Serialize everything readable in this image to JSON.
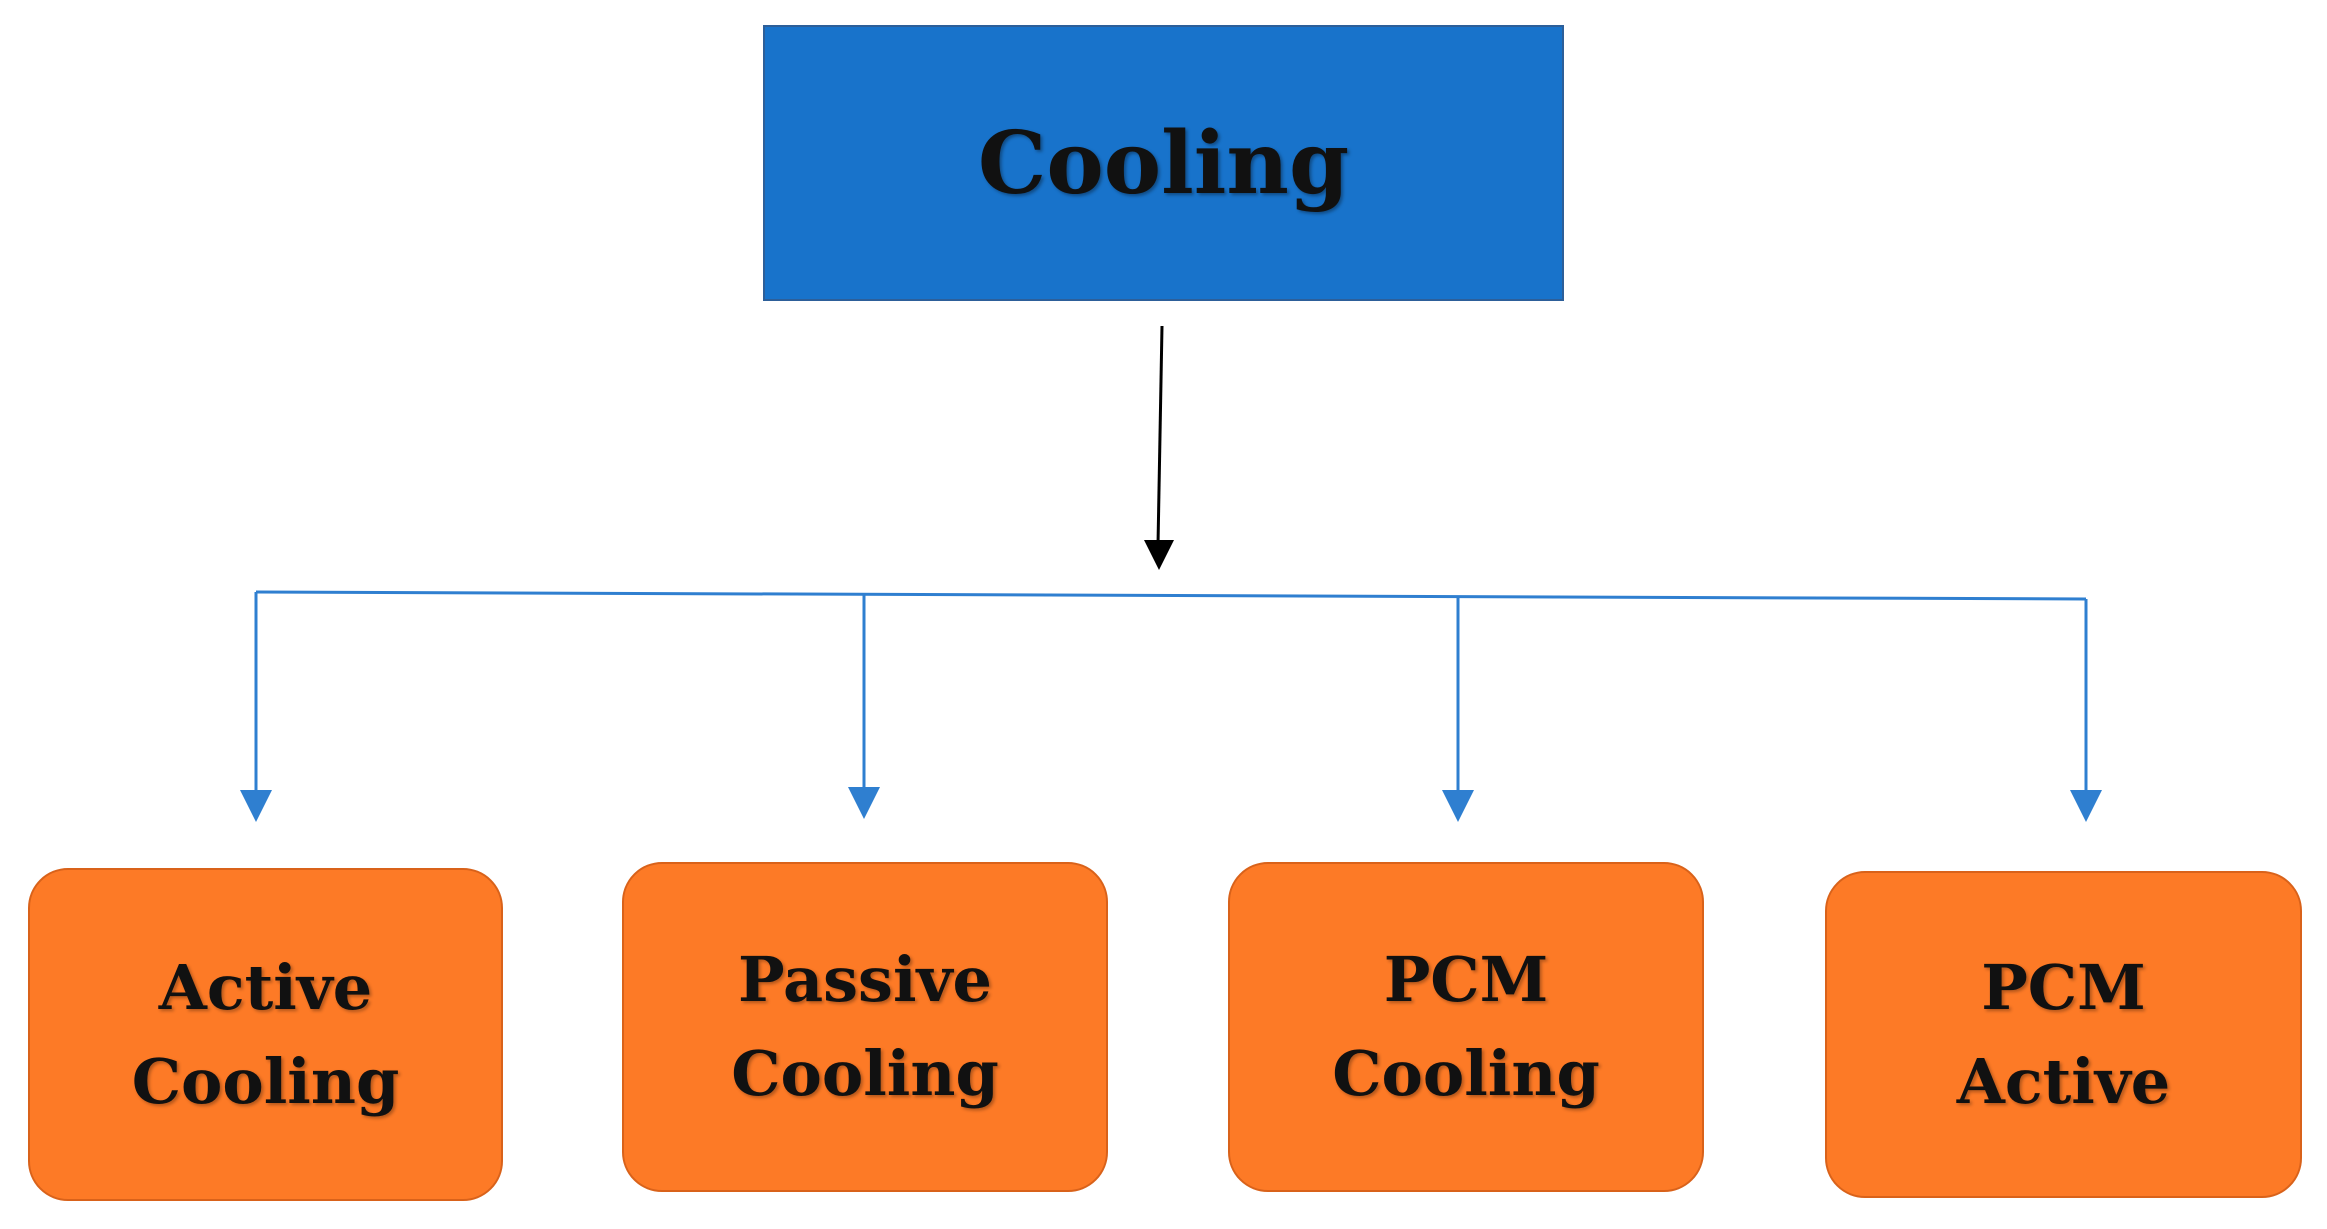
{
  "root": {
    "label": "Cooling",
    "color": "#1873cb"
  },
  "children": [
    {
      "line1": "Active",
      "line2": "Cooling"
    },
    {
      "line1": "Passive",
      "line2": "Cooling"
    },
    {
      "line1": "PCM",
      "line2": "Cooling"
    },
    {
      "line1": "PCM",
      "line2": "Active"
    }
  ],
  "colors": {
    "child_fill": "#fd7a26",
    "branch_connector": "#2f7fd0",
    "main_arrow": "#000000"
  }
}
